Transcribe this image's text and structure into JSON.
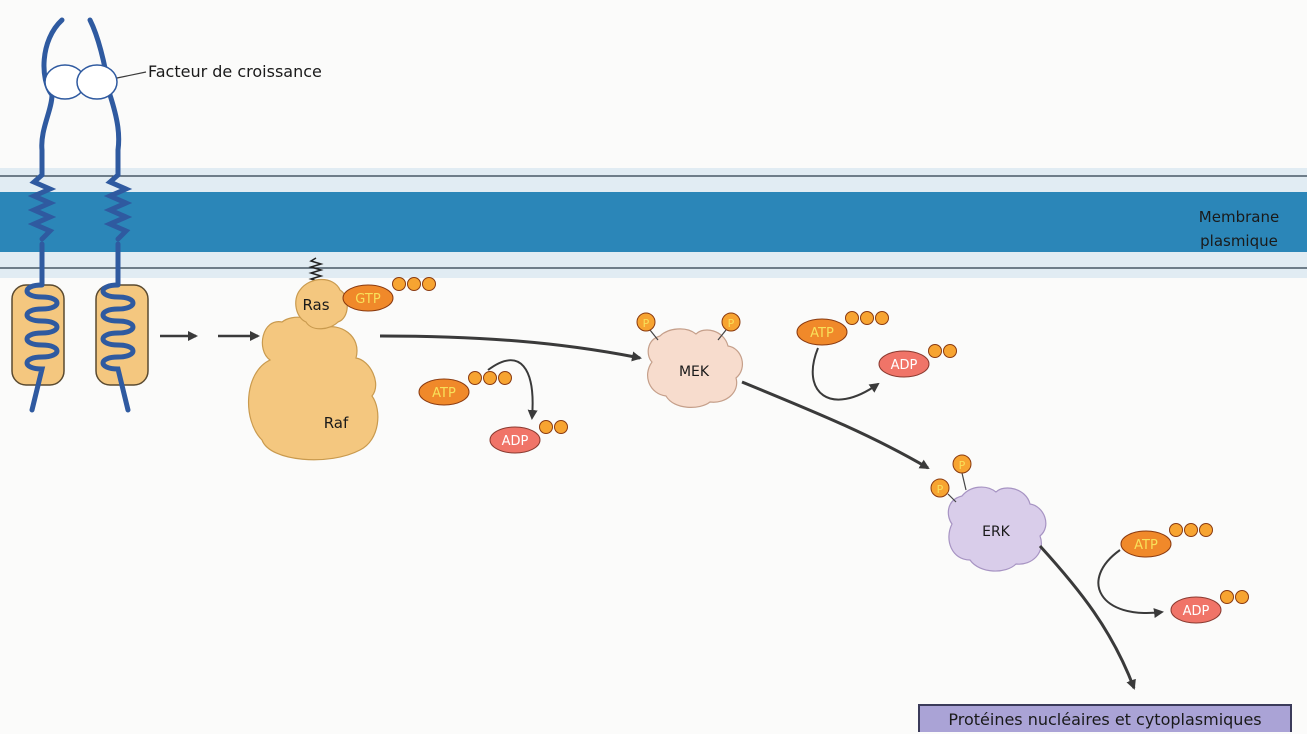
{
  "labels": {
    "growth_factor": "Facteur de croissance",
    "membrane_line1": "Membrane",
    "membrane_line2": "plasmique",
    "ras": "Ras",
    "raf": "Raf",
    "mek": "MEK",
    "erk": "ERK",
    "gtp": "GTP",
    "atp": "ATP",
    "adp": "ADP",
    "phosphate": "P",
    "output": "Protéines nucléaires et cytoplasmiques"
  },
  "colors": {
    "background": "#fbfbfa",
    "membrane_light": "#d7e6ef",
    "membrane_dark": "#2b86b8",
    "receptor": "#2f5aa0",
    "ras_raf": "#f4c77f",
    "mek": "#f7dccd",
    "erk": "#d9cdea",
    "gtp_atp": "#f0892a",
    "adp": "#f07468",
    "phosphate": "#f7a431",
    "label_gtp_atp": "#f8e05a",
    "output_box": "#aaa3d6"
  }
}
